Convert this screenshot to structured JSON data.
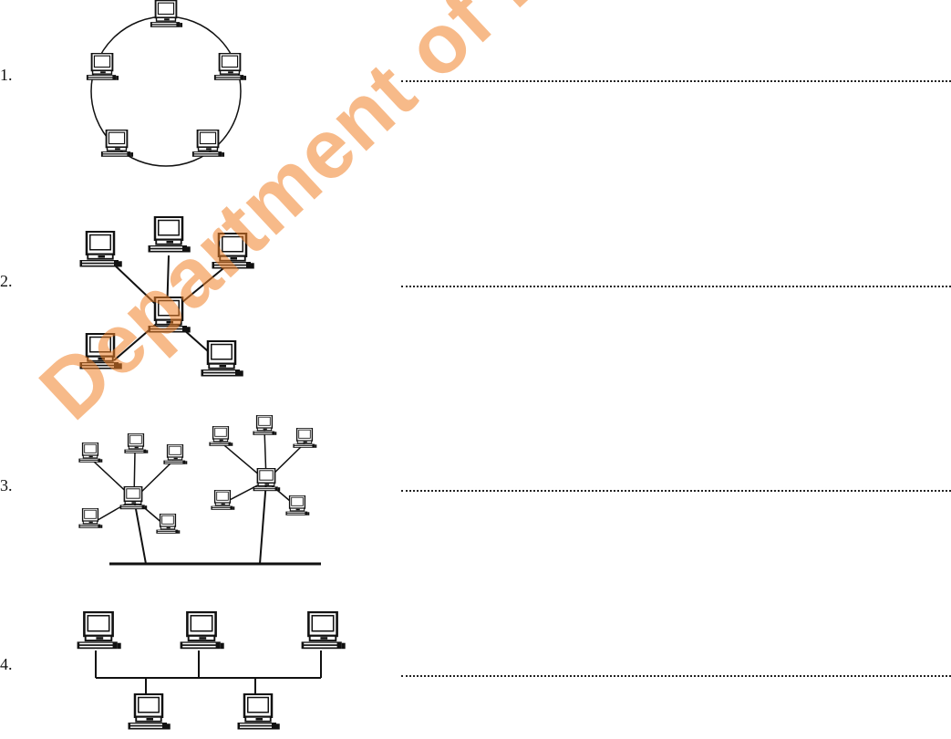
{
  "questions": [
    {
      "number": "1.",
      "answer_line": ".................................................................................................",
      "diagram_icon": "ring-topology-icon"
    },
    {
      "number": "2.",
      "answer_line": ".................................................................................................",
      "diagram_icon": "star-topology-icon"
    },
    {
      "number": "3.",
      "answer_line": ".................................................................................................",
      "diagram_icon": "tree-topology-icon"
    },
    {
      "number": "4.",
      "answer_line": ".................................................................................................",
      "diagram_icon": "bus-topology-icon"
    }
  ],
  "watermark": {
    "text": "Department of Examinations, Sri Lanka",
    "color": "#f08228"
  }
}
